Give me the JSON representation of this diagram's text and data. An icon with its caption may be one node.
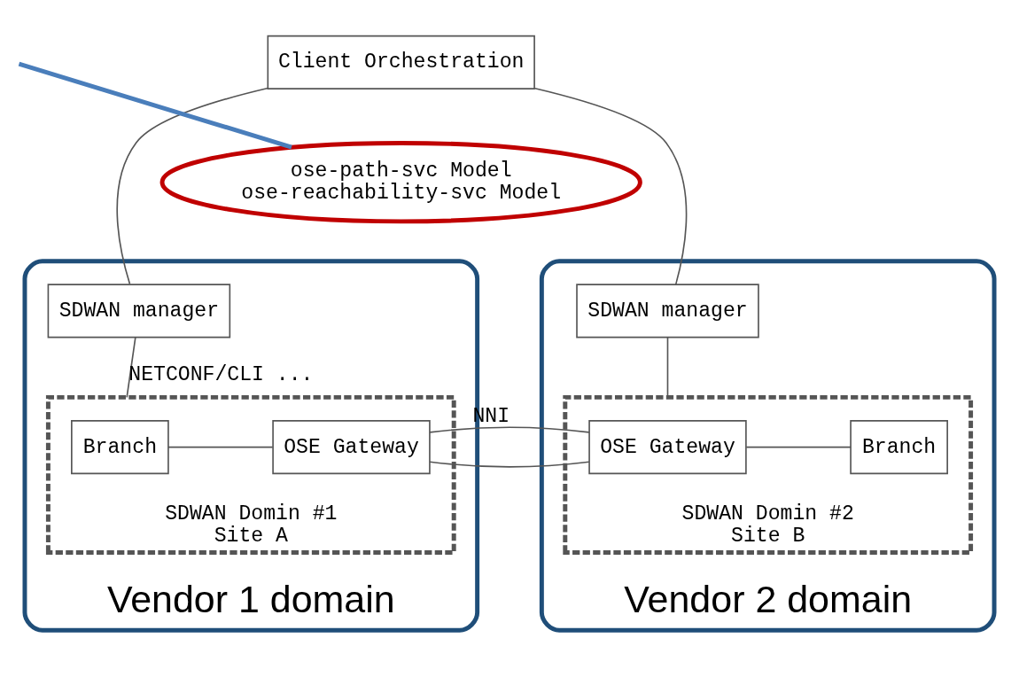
{
  "diagram": {
    "nodes": [
      {
        "text": [
          "Client Orchestration"
        ]
      },
      {
        "text": [
          "ose-path-svc Model",
          "ose-reachability-svc Model"
        ]
      },
      {
        "text": [
          "Vendor 1 domain"
        ]
      },
      {
        "text": [
          "SDWAN manager"
        ],
        "in": 2
      },
      {
        "text": [
          "SDWAN Domin #1",
          "Site A"
        ],
        "in": 2
      },
      {
        "text": [
          "Branch"
        ],
        "in": 4
      },
      {
        "text": [
          "OSE Gateway"
        ],
        "in": 4
      },
      {
        "text": [
          "Vendor 2 domain"
        ]
      },
      {
        "text": [
          "SDWAN manager"
        ],
        "in": 7
      },
      {
        "text": [
          "SDWAN Domin #2",
          "Site B"
        ],
        "in": 7
      },
      {
        "text": [
          "OSE Gateway"
        ],
        "in": 9
      },
      {
        "text": [
          "Branch"
        ],
        "in": 9
      }
    ],
    "edges": [
      {
        "from": 0,
        "to": 3,
        "arrow": "none"
      },
      {
        "from": 0,
        "to": 8,
        "arrow": "none"
      },
      {
        "from": 3,
        "to": 4,
        "arrow": "none",
        "label": "NETCONF/CLI ..."
      },
      {
        "from": 8,
        "to": 9,
        "arrow": "none"
      },
      {
        "from": 5,
        "to": 6,
        "arrow": "none"
      },
      {
        "from": 6,
        "to": 10,
        "arrow": "none",
        "label": "NNI"
      },
      {
        "from": 10,
        "to": 11,
        "arrow": "none"
      },
      {
        "from": null,
        "to": 1,
        "arrow": "none",
        "color": "#4a7ebb",
        "style": "thick"
      }
    ]
  }
}
